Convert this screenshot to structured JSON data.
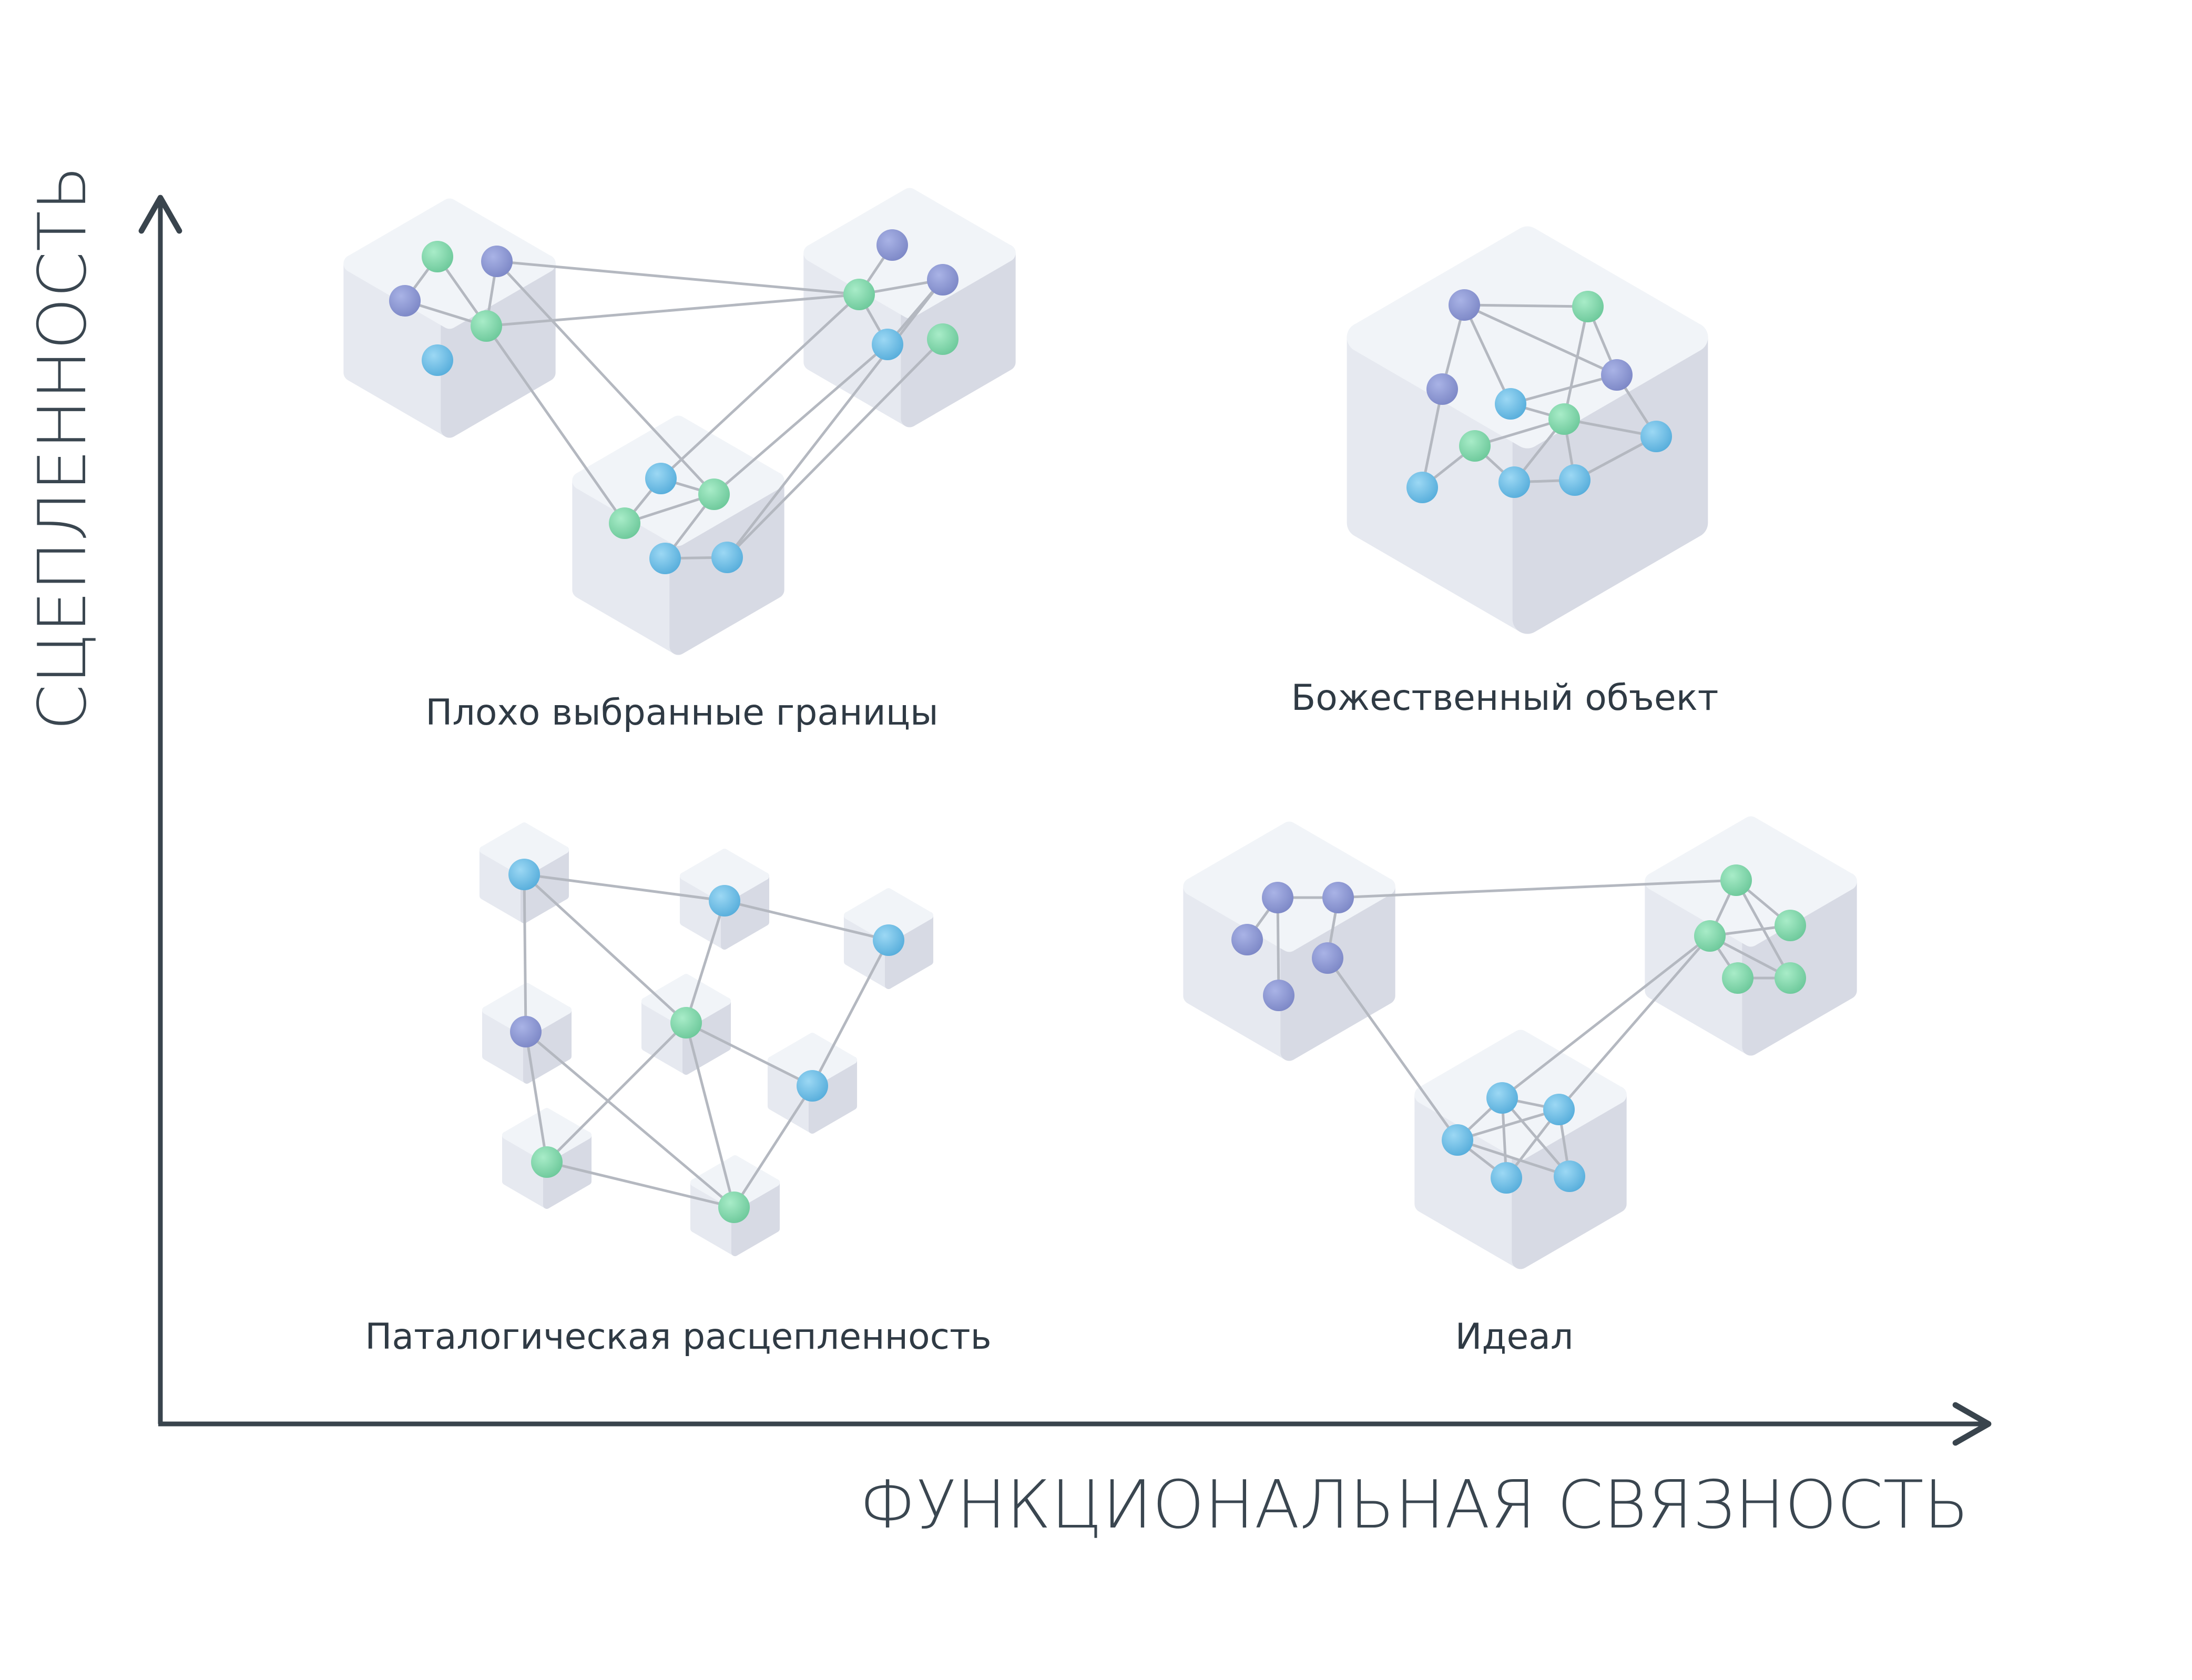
{
  "axes": {
    "x_label": "ФУНКЦИОНАЛЬНАЯ СВЯЗНОСТЬ",
    "y_label": "СЦЕПЛЕННОСТЬ"
  },
  "quadrants": {
    "top_left": "Плохо выбранные границы",
    "top_right": "Божественный объект",
    "bottom_left": "Паталогическая расцепленность",
    "bottom_right": "Идеал"
  },
  "colors": {
    "axis": "#39444d",
    "edge": "#b4b8c0",
    "cube_top": "#f1f4f8",
    "cube_left": "#e6e9f0",
    "cube_right": "#d7dae4",
    "node_purple": "#8b97d4",
    "node_green": "#84d9ac",
    "node_blue": "#6ec0e6"
  },
  "icons": {
    "node": "graph-node-icon",
    "cube": "module-cube-icon"
  }
}
